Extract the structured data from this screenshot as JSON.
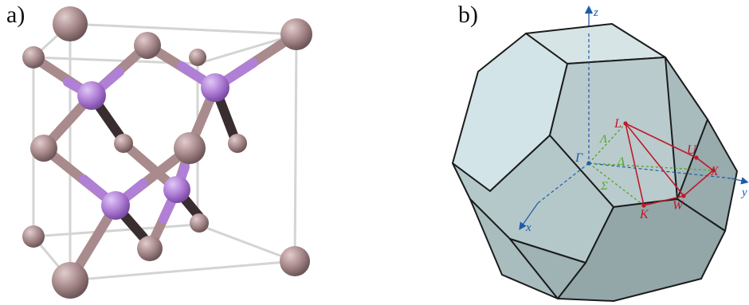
{
  "panel_a": {
    "label": "a)"
  },
  "panel_b": {
    "label": "b)",
    "axes": {
      "z": "z",
      "x": "x",
      "y": "y"
    },
    "points": {
      "gamma": "Γ",
      "L": "L",
      "U": "U",
      "X": "X",
      "K": "K",
      "W": "W"
    },
    "lines": {
      "lambda": "Λ",
      "delta": "Δ",
      "sigma": "Σ"
    }
  },
  "colors": {
    "atom_pink": "#a78a8c",
    "atom_purple": "#b07fd6",
    "bond_dark": "#3a2d2f",
    "cell_line": "#d0d0d0",
    "bz_face": "#c6d8da",
    "bz_edge": "#222222",
    "axis_blue": "#1f5aa8",
    "path_red": "#c0182a",
    "path_green": "#55a82a"
  }
}
